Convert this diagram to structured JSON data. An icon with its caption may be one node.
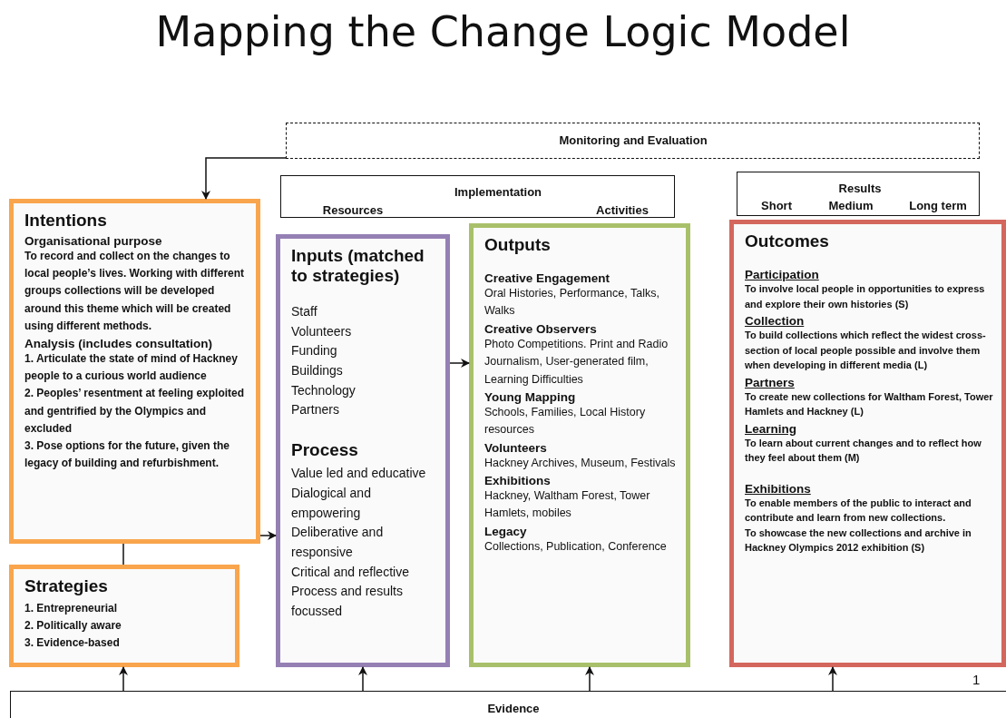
{
  "diagram": {
    "title": "Mapping the Change Logic Model",
    "nodes": [
      {
        "text": [
          "Monitoring and Evaluation"
        ]
      },
      {
        "text": [
          "Implementation",
          "Resources",
          "Activities"
        ]
      },
      {
        "text": [
          "Results",
          "Short",
          "Medium",
          "Long term"
        ]
      },
      {
        "text": [
          "Intentions",
          "Organisational purpose",
          "To record and collect on the changes to local people’s lives. Working with different groups collections will be developed around this theme which will be created using different methods.",
          "Analysis (includes consultation)",
          "1. Articulate the state of mind of Hackney people to a curious world audience",
          "2. Peoples’ resentment at feeling exploited and gentrified by the Olympics and excluded",
          "3. Pose options for the future, given the legacy of building and refurbishment."
        ]
      },
      {
        "text": [
          "Strategies",
          "1. Entrepreneurial",
          "2. Politically aware",
          "3. Evidence-based"
        ]
      },
      {
        "text": [
          "Inputs (matched to strategies)",
          "Staff",
          "Volunteers",
          "Funding",
          "Buildings",
          "Technology",
          "Partners",
          "Process",
          "Value led and educative",
          "Dialogical and empowering",
          "Deliberative and responsive",
          "Critical and reflective",
          "Process and results focussed"
        ]
      },
      {
        "text": [
          "Outputs",
          "Creative Engagement",
          "Oral Histories, Performance, Talks, Walks",
          "Creative Observers",
          "Photo Competitions. Print and Radio Journalism, User-generated film, Learning Difficulties",
          "Young Mapping",
          "Schools, Families, Local History resources",
          "Volunteers",
          "Hackney Archives, Museum, Festivals",
          "Exhibitions",
          "Hackney, Waltham Forest, Tower Hamlets, mobiles",
          "Legacy",
          "Collections, Publication, Conference"
        ]
      },
      {
        "text": [
          "Outcomes",
          "Participation",
          "To involve local people in opportunities to express and explore their own histories (S)",
          "Collection",
          "To build collections which reflect the widest cross-section of local people possible and involve them when developing in different media (L)",
          "Partners",
          "To create new collections for Waltham Forest, Tower Hamlets and Hackney (L)",
          "Learning",
          "To learn about current changes and to reflect how they feel about them (M)",
          "Exhibitions",
          "To enable members of the public to interact and contribute and learn from new collections.",
          "To showcase the new collections and archive in Hackney Olympics 2012 exhibition (S)"
        ]
      },
      {
        "text": [
          "Evidence"
        ]
      }
    ],
    "edges": [
      {
        "from": 0,
        "to": 3,
        "arrow": "to"
      },
      {
        "from": 3,
        "to": 5,
        "arrow": "to"
      },
      {
        "from": 5,
        "to": 6,
        "arrow": "to"
      },
      {
        "from": 3,
        "to": 4,
        "arrow": "none"
      },
      {
        "from": 8,
        "to": 4,
        "arrow": "to"
      },
      {
        "from": 8,
        "to": 5,
        "arrow": "to"
      },
      {
        "from": 8,
        "to": 6,
        "arrow": "to"
      },
      {
        "from": 8,
        "to": 7,
        "arrow": "to"
      }
    ],
    "labels": [
      "1"
    ]
  }
}
